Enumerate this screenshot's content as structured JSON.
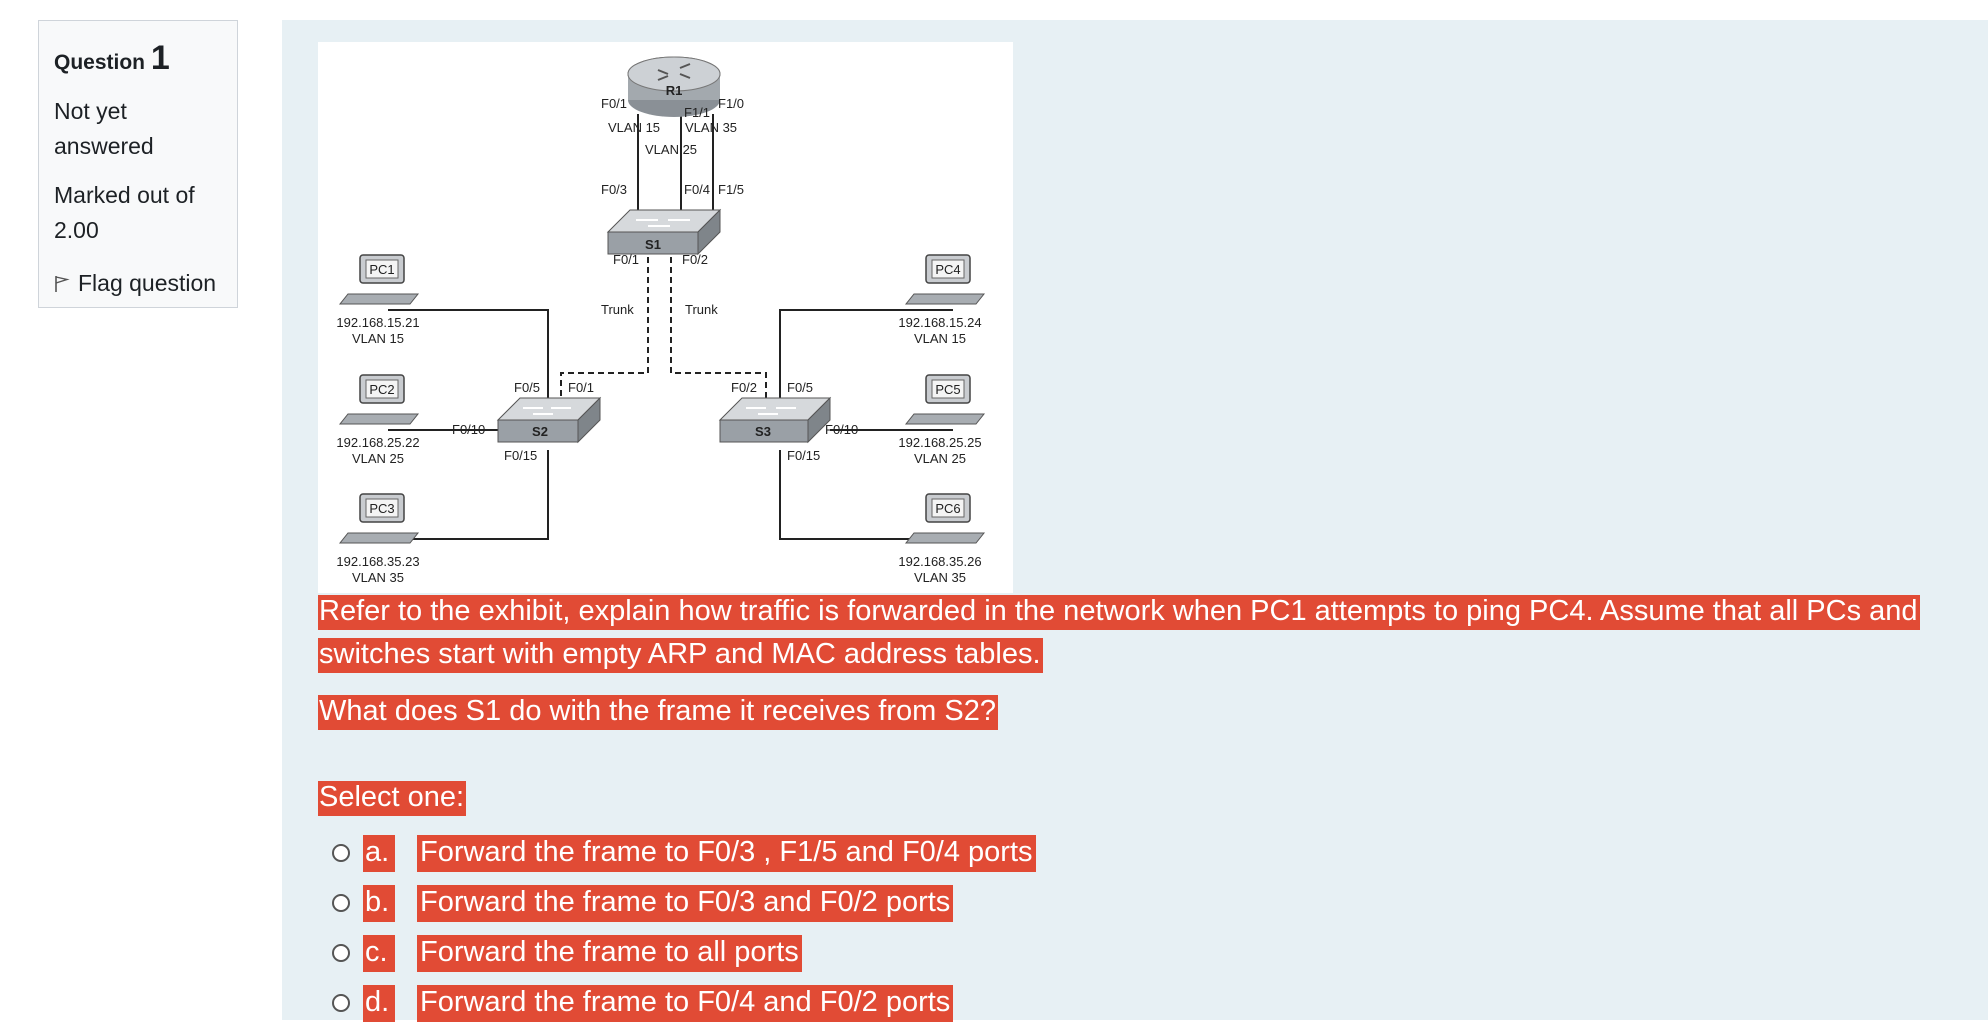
{
  "info": {
    "question_label": "Question",
    "question_number": "1",
    "state_line1": "Not yet",
    "state_line2": "answered",
    "grade_line1": "Marked out of",
    "grade_line2": "2.00",
    "flag_label": "Flag question"
  },
  "diagram": {
    "router": "R1",
    "s1": "S1",
    "s2": "S2",
    "s3": "S3",
    "r_f01": "F0/1",
    "r_f11": "F1/1",
    "r_f10": "F1/0",
    "vlan15": "VLAN 15",
    "vlan35": "VLAN 35",
    "vlan25": "VLAN 25",
    "s1_f03": "F0/3",
    "s1_f04": "F0/4",
    "s1_f15": "F1/5",
    "s1_f01": "F0/1",
    "s1_f02": "F0/2",
    "trunk_left": "Trunk",
    "trunk_right": "Trunk",
    "s2_f05": "F0/5",
    "s2_f01": "F0/1",
    "s2_f010": "F0/10",
    "s2_f015": "F0/15",
    "s3_f02": "F0/2",
    "s3_f05": "F0/5",
    "s3_f010": "F0/10",
    "s3_f015": "F0/15",
    "pc1": "PC1",
    "pc1_ip": "192.168.15.21",
    "pc1_vlan": "VLAN 15",
    "pc2": "PC2",
    "pc2_ip": "192.168.25.22",
    "pc2_vlan": "VLAN 25",
    "pc3": "PC3",
    "pc3_ip": "192.168.35.23",
    "pc3_vlan": "VLAN 35",
    "pc4": "PC4",
    "pc4_ip": "192.168.15.24",
    "pc4_vlan": "VLAN 15",
    "pc5": "PC5",
    "pc5_ip": "192.168.25.25",
    "pc5_vlan": "VLAN 25",
    "pc6": "PC6",
    "pc6_ip": "192.168.35.26",
    "pc6_vlan": "VLAN 35"
  },
  "question": {
    "text1": "Refer to the exhibit, explain how traffic is forwarded in the network when PC1 attempts to ping PC4. Assume that all PCs and switches start with empty ARP and MAC address tables.",
    "text2": "What does S1 do with the frame it receives from S2?",
    "prompt": "Select one:"
  },
  "answers": [
    {
      "letter": "a.",
      "text": "Forward the frame to F0/3 , F1/5 and F0/4 ports"
    },
    {
      "letter": "b.",
      "text": "Forward the frame to F0/3 and F0/2 ports"
    },
    {
      "letter": "c.",
      "text": "Forward the frame to all ports"
    },
    {
      "letter": "d.",
      "text": "Forward the frame to F0/4 and F0/2 ports"
    }
  ],
  "colors": {
    "highlight": "#e14b35",
    "panel": "#e7f0f4"
  }
}
